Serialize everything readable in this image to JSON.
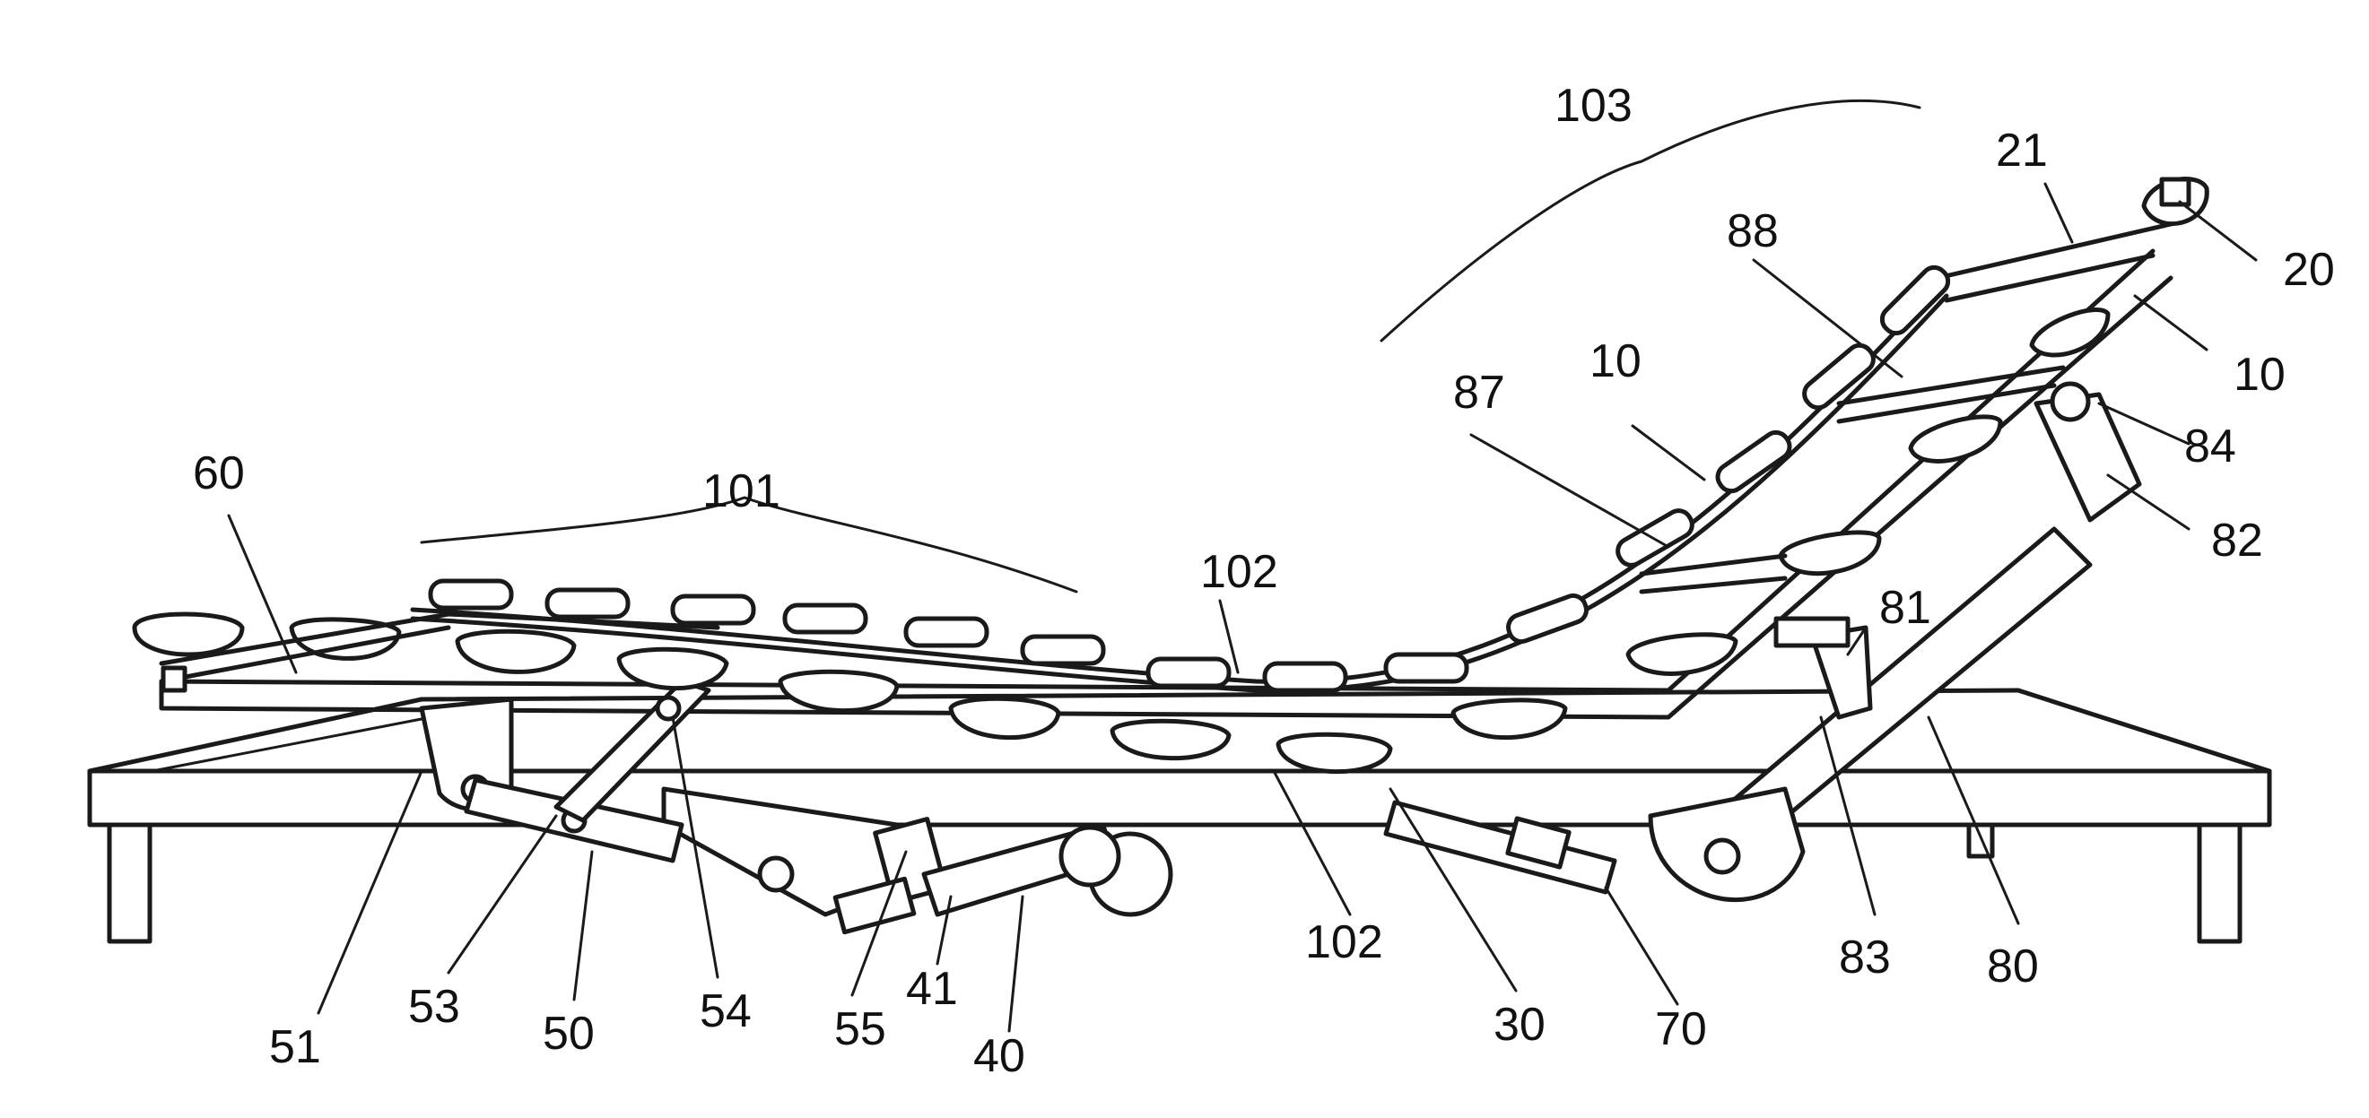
{
  "labels": {
    "l103": "103",
    "l21": "21",
    "l88": "88",
    "l20": "20",
    "l10a": "10",
    "l10b": "10",
    "l84": "84",
    "l87": "87",
    "l82": "82",
    "l60": "60",
    "l101": "101",
    "l102a": "102",
    "l81": "81",
    "l102b": "102",
    "l83": "83",
    "l80": "80",
    "l51": "51",
    "l53": "53",
    "l50": "50",
    "l54": "54",
    "l55": "55",
    "l41": "41",
    "l40": "40",
    "l30": "30",
    "l70": "70"
  }
}
